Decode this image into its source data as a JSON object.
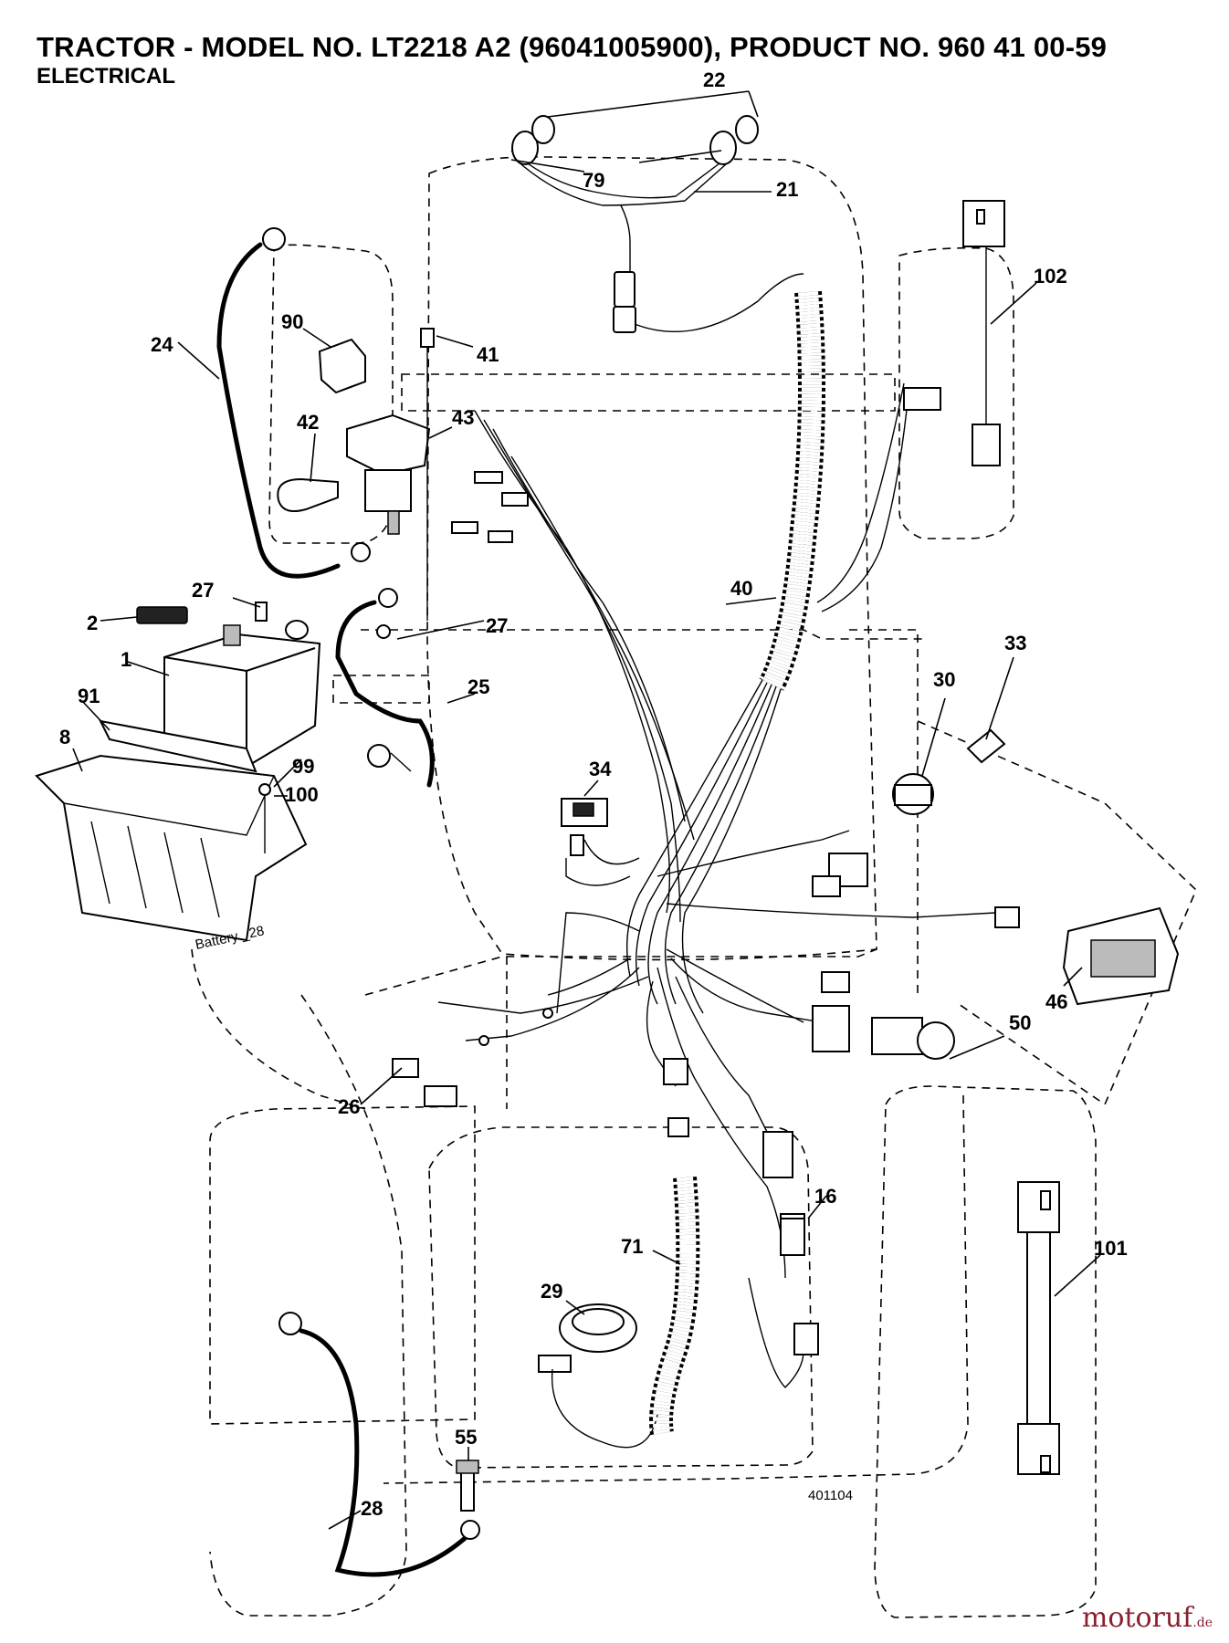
{
  "header": {
    "title": "TRACTOR - MODEL NO. LT2218 A2 (96041005900), PRODUCT NO. 960 41 00-59",
    "subtitle": "ELECTRICAL"
  },
  "callouts": {
    "c1": "1",
    "c2": "2",
    "c8": "8",
    "c16": "16",
    "c21": "21",
    "c22": "22",
    "c24": "24",
    "c25": "25",
    "c26": "26",
    "c27a": "27",
    "c27b": "27",
    "c28": "28",
    "c29": "29",
    "c30": "30",
    "c33": "33",
    "c34": "34",
    "c40": "40",
    "c41": "41",
    "c42": "42",
    "c43": "43",
    "c46": "46",
    "c50": "50",
    "c55": "55",
    "c71": "71",
    "c79": "79",
    "c90": "90",
    "c91": "91",
    "c99": "99",
    "c100": "100",
    "c101": "101",
    "c102": "102"
  },
  "labels": {
    "battery_tray": "Battery _28",
    "drawing_no": "401104"
  },
  "logo": {
    "name": "motoruf",
    "suffix": ".de"
  },
  "colors": {
    "ink": "#000000",
    "logo": "#8a1f2e",
    "background": "#ffffff"
  }
}
